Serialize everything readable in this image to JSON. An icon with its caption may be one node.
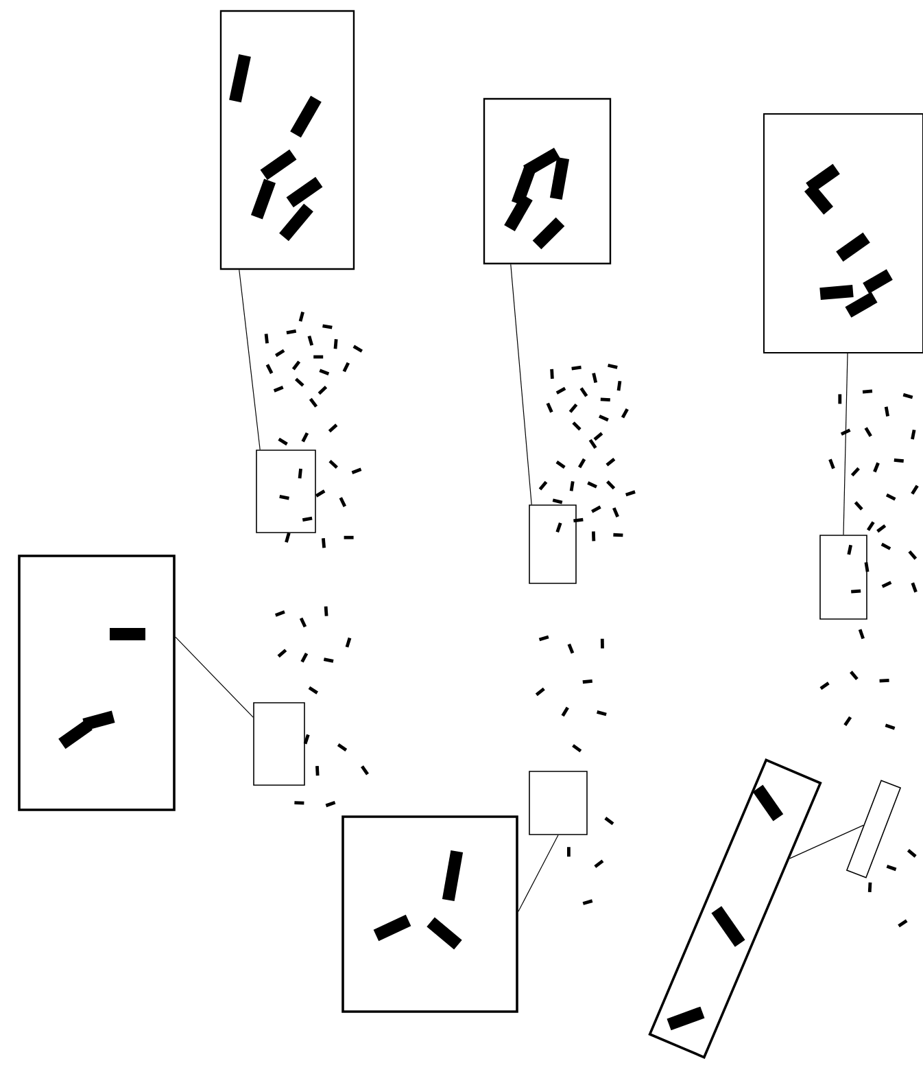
{
  "diagram": {
    "nodes": [
      {
        "text": [],
        "shape": "box"
      },
      {
        "text": [],
        "shape": "box"
      },
      {
        "text": [],
        "shape": "box"
      },
      {
        "text": [],
        "shape": "box"
      },
      {
        "text": [],
        "shape": "box"
      },
      {
        "text": [],
        "shape": "box"
      },
      {
        "text": [],
        "shape": "box"
      },
      {
        "text": [],
        "shape": "box"
      },
      {
        "text": [],
        "shape": "box"
      },
      {
        "text": [],
        "shape": "box"
      },
      {
        "text": [],
        "shape": "box"
      },
      {
        "text": [],
        "shape": "box"
      }
    ],
    "edges": [
      {
        "from": 6,
        "to": 0,
        "arrow": "none"
      },
      {
        "from": 7,
        "to": 1,
        "arrow": "none"
      },
      {
        "from": 8,
        "to": 2,
        "arrow": "none"
      },
      {
        "from": 9,
        "to": 3,
        "arrow": "none"
      },
      {
        "from": 10,
        "to": 4,
        "arrow": "none"
      },
      {
        "from": 11,
        "to": 5,
        "arrow": "none"
      }
    ]
  }
}
